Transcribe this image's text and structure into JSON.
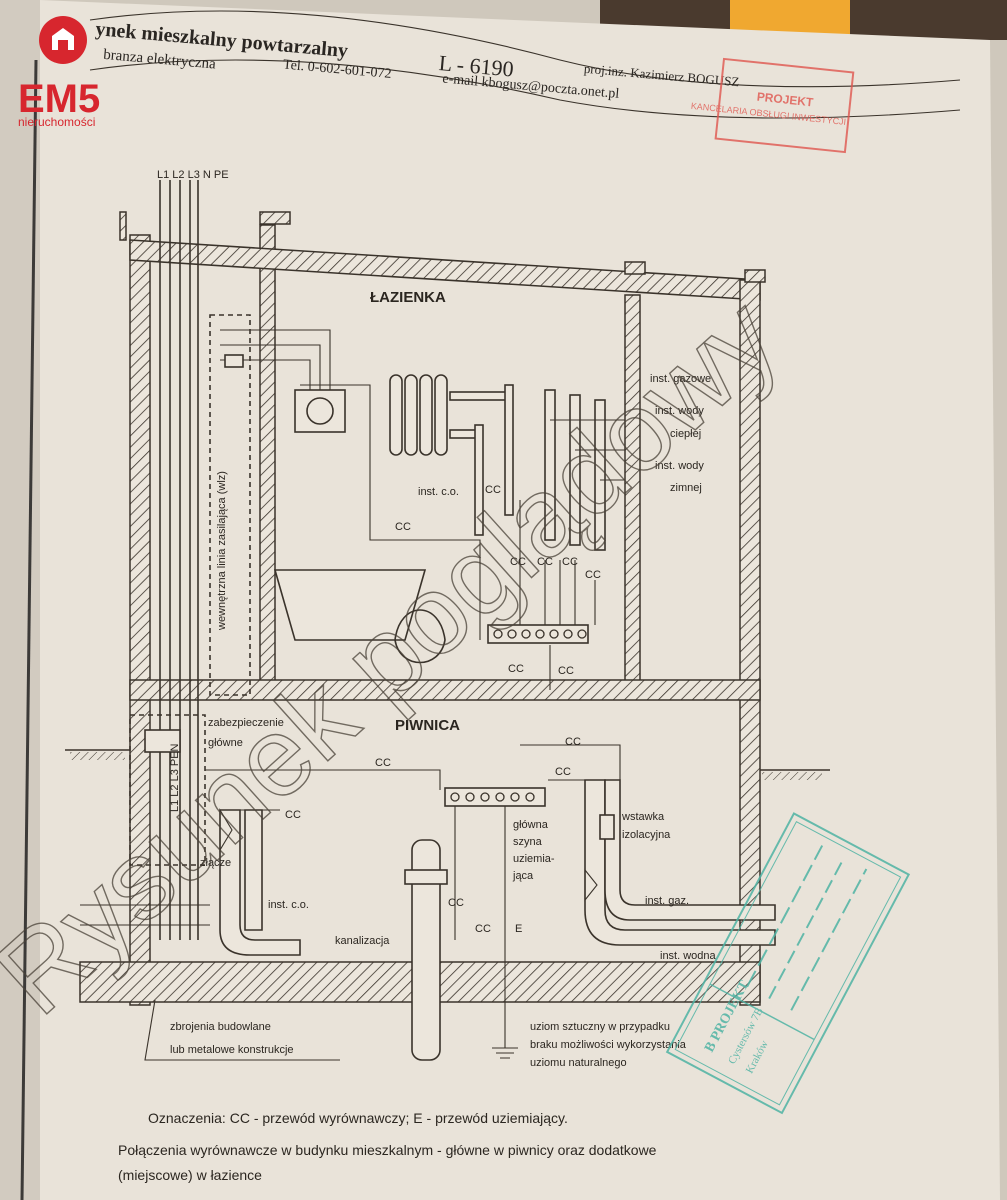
{
  "header": {
    "title": "ynek mieszkalny powtarzalny",
    "code": "L - 6190",
    "branch": "branza elektryczna",
    "phone": "Tel. 0-602-601-072",
    "email": "e-mail kbogusz@poczta.onet.pl",
    "designer": "proj.inz. Kazimierz BOGUSZ"
  },
  "logo": {
    "mark": "EM5",
    "tagline": "nieruchomości",
    "color": "#d7262e"
  },
  "red_stamp": {
    "lines": [
      "PROJEKT",
      "KANCELARIA OBSŁUGI INWESTYCJI"
    ],
    "color": "#e0564f"
  },
  "green_stamp": {
    "lines": [
      "B PROJEKT",
      "Cystersów 7B",
      "Kraków"
    ],
    "color": "#4fb3a4"
  },
  "watermark": "Rysunek poglądowy",
  "diagram": {
    "cable_labels": "L1 L2 L3 N PE",
    "rooms": {
      "bathroom": "ŁAZIENKA",
      "basement": "PIWNICA"
    },
    "wlz": "wewnętrzna linia zasilająca (wlz)",
    "inst_co_bathroom": "inst. c.o.",
    "right_labels": {
      "gas": "inst. gazowe",
      "hot_water_1": "inst. wody",
      "hot_water_2": "ciepłej",
      "cold_water_1": "inst. wody",
      "cold_water_2": "zimnej"
    },
    "cc": "CC",
    "e": "E",
    "main_protection_1": "zabezpieczenie",
    "main_protection_2": "główne",
    "pen_labels": "L1 L2 L3 PEN",
    "connector": "złącze",
    "inst_co_basement": "inst. c.o.",
    "sewer": "kanalizacja",
    "main_bus_1": "główna",
    "main_bus_2": "szyna",
    "main_bus_3": "uziemia-",
    "main_bus_4": "jąca",
    "insulating_1": "wstawka",
    "insulating_2": "izolacyjna",
    "gas_inst": "inst. gaz.",
    "water_inst": "inst. wodna",
    "rebar_1": "zbrojenia budowlane",
    "rebar_2": "lub metalowe konstrukcje",
    "artificial_1": "uziom sztuczny w przypadku",
    "artificial_2": "braku możliwości wykorzystania",
    "artificial_3": "uziomu naturalnego"
  },
  "footer": {
    "legend": "Oznaczenia: CC - przewód wyrównawczy; E - przewód uziemiający.",
    "caption_1": "Połączenia wyrównawcze w budynku mieszkalnym - główne w piwnicy oraz dodatkowe",
    "caption_2": "(miejscowe) w łazience"
  }
}
